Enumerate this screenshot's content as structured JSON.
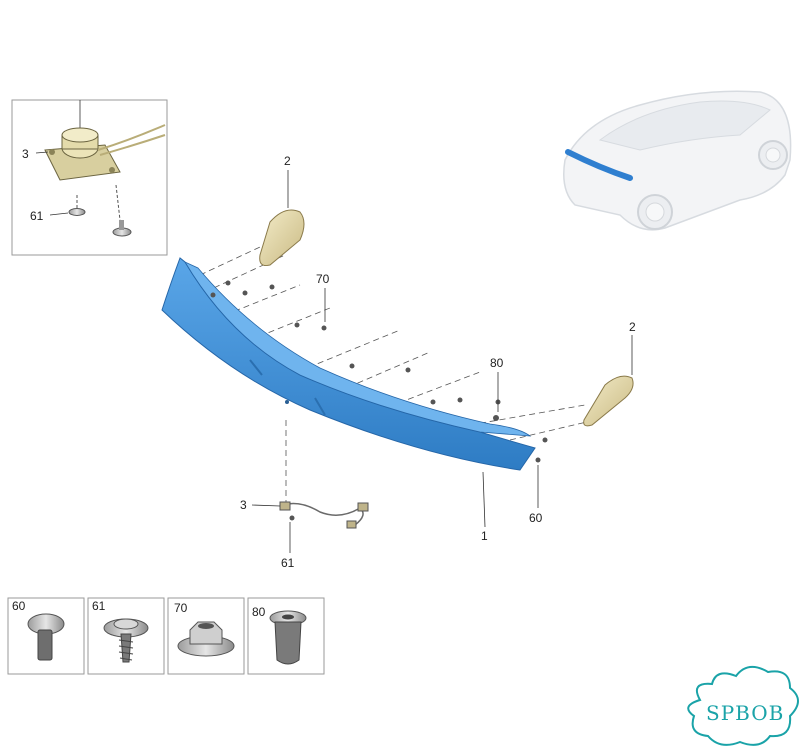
{
  "labels": {
    "inset_part_3": "3",
    "inset_part_61": "61",
    "part_2_left": "2",
    "part_2_right": "2",
    "part_70": "70",
    "part_80": "80",
    "part_60": "60",
    "part_1": "1",
    "part_3_harness": "3",
    "part_61_harness": "61"
  },
  "legend": [
    {
      "number": "60",
      "icon": "button-head-bolt-icon"
    },
    {
      "number": "61",
      "icon": "washer-head-screw-icon"
    },
    {
      "number": "70",
      "icon": "flange-nut-icon"
    },
    {
      "number": "80",
      "icon": "rivet-nut-icon"
    }
  ],
  "watermark": "SPBOB",
  "colors": {
    "spoiler": "#3f8fd6",
    "highlight": "#2f7fd0",
    "bracket": "#e7dcb0",
    "watermark": "#1aa3a8"
  }
}
